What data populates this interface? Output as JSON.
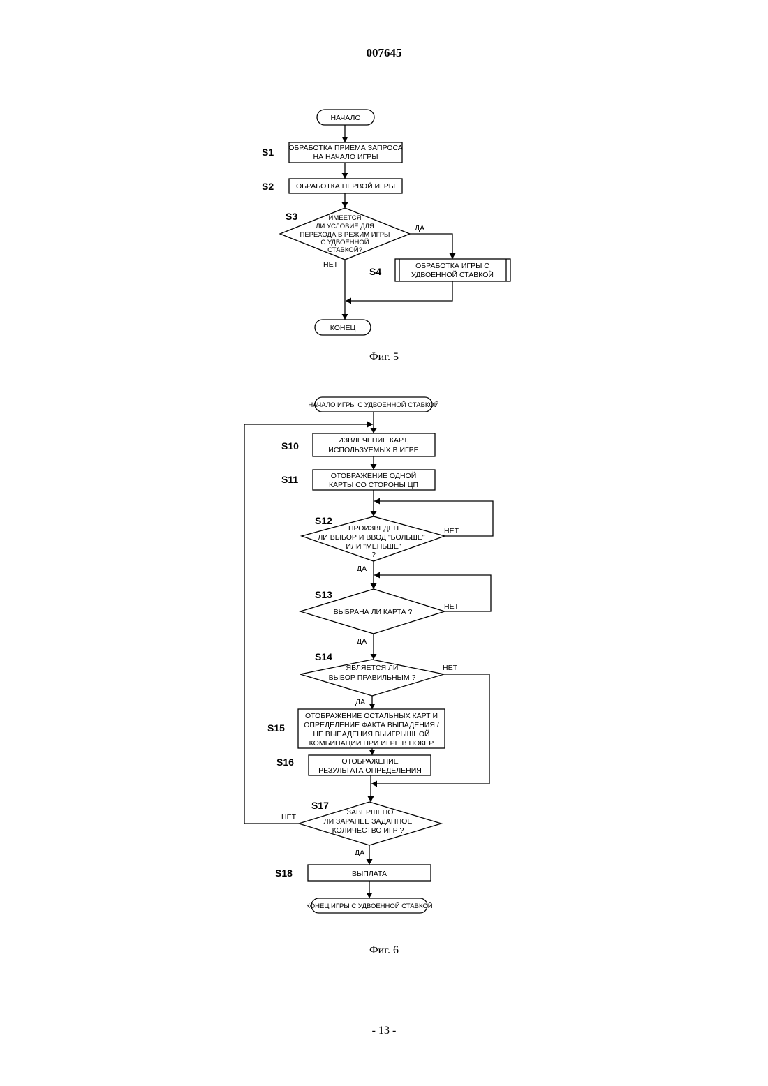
{
  "document": {
    "number": "007645",
    "page": "- 13 -"
  },
  "fig5": {
    "caption": "Фиг. 5",
    "start": "НАЧАЛО",
    "end": "КОНЕЦ",
    "s1": {
      "step": "S1",
      "lines": [
        "ОБРАБОТКА ПРИЕМА ЗАПРОСА",
        "НА НАЧАЛО ИГРЫ"
      ]
    },
    "s2": {
      "step": "S2",
      "lines": [
        "ОБРАБОТКА ПЕРВОЙ ИГРЫ"
      ]
    },
    "s3": {
      "step": "S3",
      "lines": [
        "ИМЕЕТСЯ",
        "ЛИ УСЛОВИЕ ДЛЯ",
        "ПЕРЕХОДА В РЕЖИМ ИГРЫ",
        "С УДВОЕННОЙ",
        "СТАВКОЙ?"
      ],
      "yes": "ДА",
      "no": "НЕТ"
    },
    "s4": {
      "step": "S4",
      "lines": [
        "ОБРАБОТКА ИГРЫ С",
        "УДВОЕННОЙ СТАВКОЙ"
      ]
    }
  },
  "fig6": {
    "caption": "Фиг. 6",
    "start": "НАЧАЛО ИГРЫ С УДВОЕННОЙ СТАВКОЙ",
    "end": "КОНЕЦ ИГРЫ С УДВОЕННОЙ СТАВКОЙ",
    "s10": {
      "step": "S10",
      "lines": [
        "ИЗВЛЕЧЕНИЕ КАРТ,",
        "ИСПОЛЬЗУЕМЫХ В ИГРЕ"
      ]
    },
    "s11": {
      "step": "S11",
      "lines": [
        "ОТОБРАЖЕНИЕ ОДНОЙ",
        "КАРТЫ СО СТОРОНЫ ЦП"
      ]
    },
    "s12": {
      "step": "S12",
      "lines": [
        "ПРОИЗВЕДЕН",
        "ЛИ ВЫБОР И ВВОД \"БОЛЬШЕ\"",
        "ИЛИ \"МЕНЬШЕ\"",
        "?"
      ],
      "yes": "ДА",
      "no": "НЕТ"
    },
    "s13": {
      "step": "S13",
      "lines": [
        "ВЫБРАНА ЛИ КАРТА ?"
      ],
      "yes": "ДА",
      "no": "НЕТ"
    },
    "s14": {
      "step": "S14",
      "lines": [
        "ЯВЛЯЕТСЯ ЛИ",
        "ВЫБОР ПРАВИЛЬНЫМ ?"
      ],
      "yes": "ДА",
      "no": "НЕТ"
    },
    "s15": {
      "step": "S15",
      "lines": [
        "ОТОБРАЖЕНИЕ ОСТАЛЬНЫХ КАРТ И",
        "ОПРЕДЕЛЕНИЕ ФАКТА ВЫПАДЕНИЯ /",
        "НЕ ВЫПАДЕНИЯ ВЫИГРЫШНОЙ",
        "КОМБИНАЦИИ ПРИ ИГРЕ В ПОКЕР"
      ]
    },
    "s16": {
      "step": "S16",
      "lines": [
        "ОТОБРАЖЕНИЕ",
        "РЕЗУЛЬТАТА ОПРЕДЕЛЕНИЯ"
      ]
    },
    "s17": {
      "step": "S17",
      "lines": [
        "ЗАВЕРШЕНО",
        "ЛИ ЗАРАНЕЕ ЗАДАННОЕ",
        "КОЛИЧЕСТВО ИГР ?"
      ],
      "yes": "ДА",
      "no": "НЕТ"
    },
    "s18": {
      "step": "S18",
      "lines": [
        "ВЫПЛАТА"
      ]
    }
  }
}
